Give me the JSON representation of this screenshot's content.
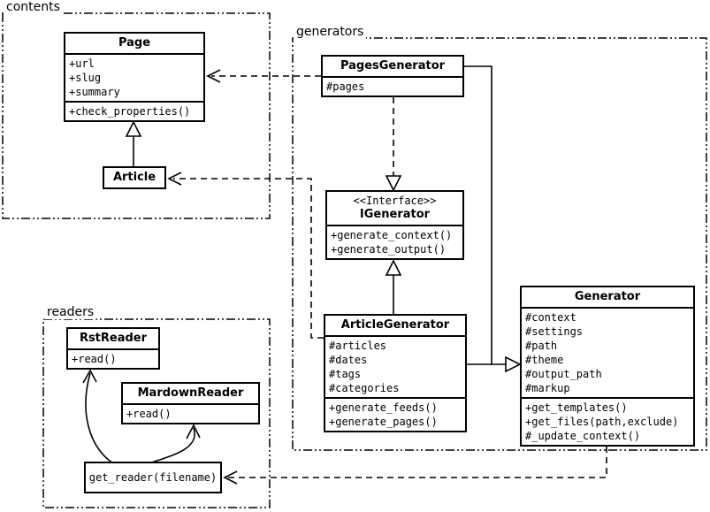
{
  "diagram": {
    "background": "#ffffff",
    "line_color": "#000000"
  },
  "packages": {
    "contents": {
      "label": "contents"
    },
    "generators": {
      "label": "generators"
    },
    "readers": {
      "label": "readers"
    }
  },
  "classes": {
    "page": {
      "name": "Page",
      "attributes": [
        "+url",
        "+slug",
        "+summary"
      ],
      "methods": [
        "+check_properties()"
      ]
    },
    "article": {
      "name": "Article"
    },
    "pages_generator": {
      "name": "PagesGenerator",
      "attributes": [
        "#pages"
      ]
    },
    "igenerator": {
      "stereotype": "<<Interface>>",
      "name": "IGenerator",
      "methods": [
        "+generate_context()",
        "+generate_output()"
      ]
    },
    "article_generator": {
      "name": "ArticleGenerator",
      "attributes": [
        "#articles",
        "#dates",
        "#tags",
        "#categories"
      ],
      "methods": [
        "+generate_feeds()",
        "+generate_pages()"
      ]
    },
    "generator": {
      "name": "Generator",
      "attributes": [
        "#context",
        "#settings",
        "#path",
        "#theme",
        "#output_path",
        "#markup"
      ],
      "methods": [
        "+get_templates()",
        "+get_files(path,exclude)",
        "#_update_context()"
      ]
    },
    "rst_reader": {
      "name": "RstReader",
      "methods": [
        "+read()"
      ]
    },
    "mardown_reader": {
      "name": "MardownReader",
      "methods": [
        "+read()"
      ]
    },
    "get_reader": {
      "name": "get_reader(filename)"
    }
  },
  "relations": [
    {
      "from": "Article",
      "to": "Page",
      "type": "inheritance"
    },
    {
      "from": "PagesGenerator",
      "to": "Page",
      "type": "dependency"
    },
    {
      "from": "ArticleGenerator",
      "to": "Article",
      "type": "dependency"
    },
    {
      "from": "PagesGenerator",
      "to": "IGenerator",
      "type": "realization"
    },
    {
      "from": "ArticleGenerator",
      "to": "IGenerator",
      "type": "realization"
    },
    {
      "from": "PagesGenerator",
      "to": "Generator",
      "type": "inheritance"
    },
    {
      "from": "ArticleGenerator",
      "to": "Generator",
      "type": "inheritance"
    },
    {
      "from": "get_reader(filename)",
      "to": "RstReader",
      "type": "association"
    },
    {
      "from": "get_reader(filename)",
      "to": "MardownReader",
      "type": "association"
    },
    {
      "from": "Generator",
      "to": "get_reader(filename)",
      "type": "dependency"
    }
  ]
}
